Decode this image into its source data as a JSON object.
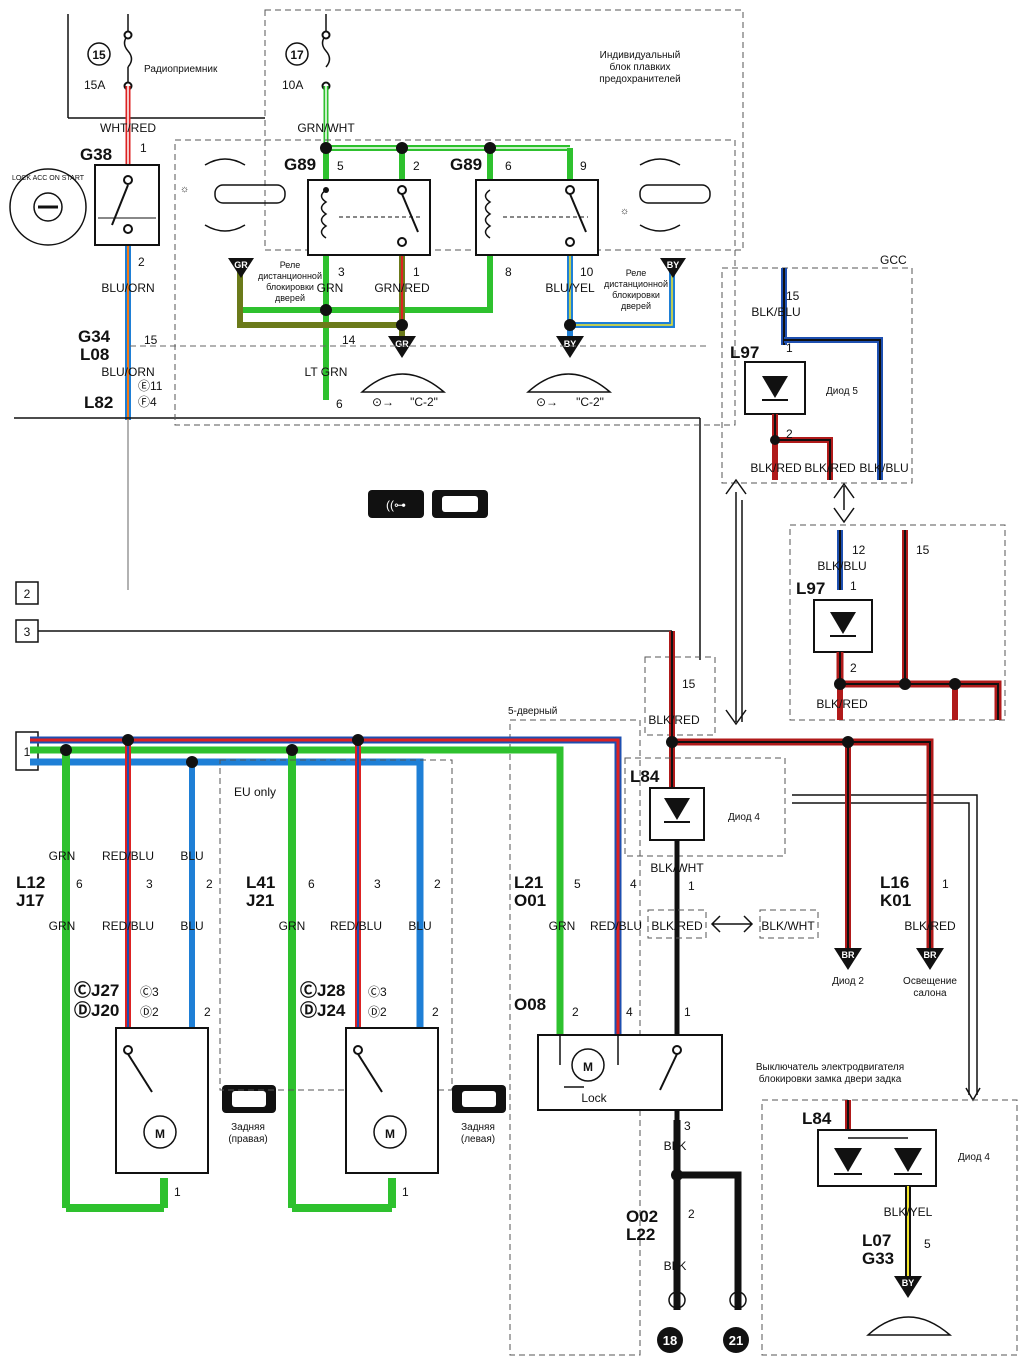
{
  "fuses": {
    "f15": {
      "num": "15",
      "amp": "15A",
      "name": "Радиоприемник"
    },
    "f17": {
      "num": "17",
      "amp": "10A"
    },
    "block_label": [
      "Индивидуальный",
      "блок плавких",
      "предохранителей"
    ]
  },
  "wires": {
    "wht_red": "WHT/RED",
    "grn_wht": "GRN/WHT",
    "blu_orn": "BLU/ORN",
    "blu_orn2": "BLU/ORN",
    "grn": "GRN",
    "grn_red": "GRN/RED",
    "blu_yel": "BLU/YEL",
    "lt_grn": "LT GRN",
    "blk_blu": "BLK/BLU",
    "blk_red": "BLK/RED",
    "blk_wht": "BLK/WHT",
    "blu": "BLU",
    "red_blu": "RED/BLU",
    "blk": "BLK",
    "blk_yel": "BLK/YEL"
  },
  "connectors": {
    "g38": "G38",
    "g89": "G89",
    "g34": "G34",
    "l08": "L08",
    "l82": "L82",
    "l97": "L97",
    "l84": "L84",
    "l12": "L12",
    "j17": "J17",
    "l41": "L41",
    "j21": "J21",
    "l21": "L21",
    "o01": "O01",
    "l16": "L16",
    "k01": "K01",
    "j27": "ⒸJ27",
    "j20": "ⒹJ20",
    "j28": "ⒸJ28",
    "j24": "ⒹJ24",
    "o08": "O08",
    "o02": "O02",
    "l22": "L22",
    "l07": "L07",
    "g33": "G33",
    "c_pin": "Ⓒ3",
    "d_pin": "Ⓓ2",
    "e_pin": "Ⓔ11",
    "f_pin": "Ⓕ4",
    "gcc": "GCC"
  },
  "relays": {
    "left": [
      "Реле",
      "дистанционной",
      "блокировки",
      "дверей"
    ],
    "right": [
      "Реле",
      "дистанционной",
      "блокировки",
      "дверей"
    ]
  },
  "diodes": {
    "d5": "Диод 5",
    "d4": "Диод 4",
    "d4b": "Диод 4"
  },
  "badges": {
    "gr": "GR",
    "by": "BY",
    "br": "BR"
  },
  "meter_ref": "\"C-2\"",
  "side_tabs": [
    "2",
    "3",
    "1"
  ],
  "eu_only": "EU only",
  "five_door": "5-дверный",
  "actuators": {
    "rear_right": [
      "Задняя",
      "(правая)"
    ],
    "rear_left": [
      "Задняя",
      "(левая)"
    ],
    "lock": "Lock",
    "motor": "M"
  },
  "footnotes": {
    "diode2": "Диод 2",
    "cabin": [
      "Освещение",
      "салона"
    ],
    "switch": [
      "Выключатель электродвигателя",
      "блокировки замка двери задка"
    ]
  },
  "grounds": [
    "18",
    "21"
  ],
  "ign_text": "LOCK ACC ON START"
}
